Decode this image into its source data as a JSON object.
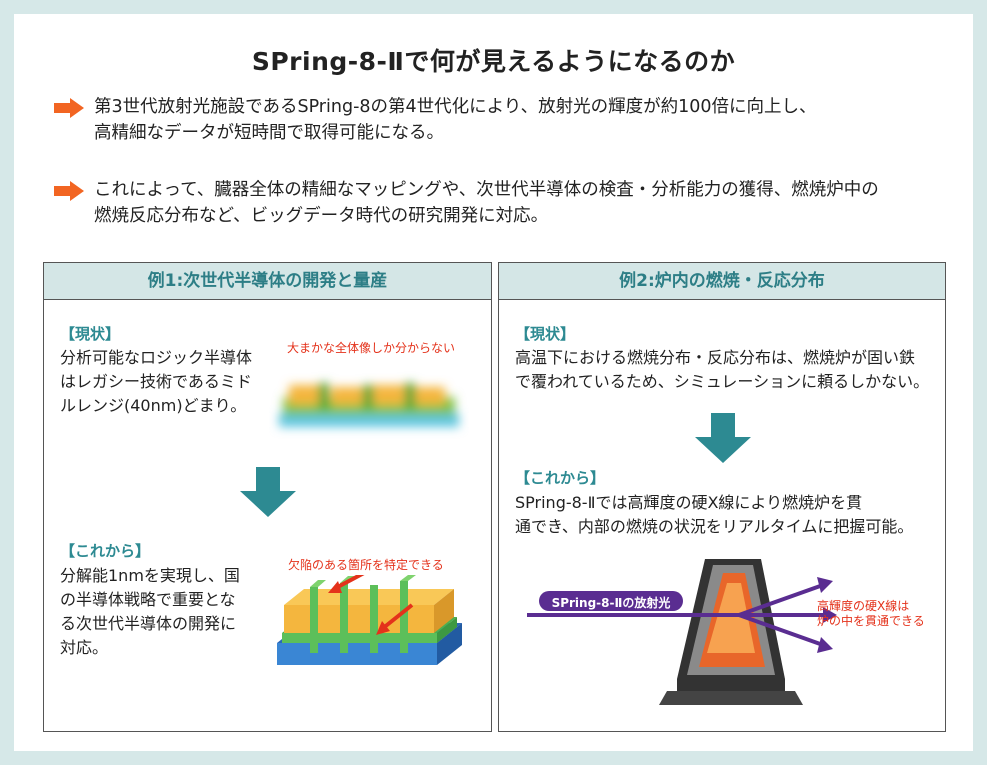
{
  "title": "SPring-8-Ⅱで何が見えるようになるのか",
  "bullets": [
    {
      "line1": "第3世代放射光施設であるSPring-8の第4世代化により、放射光の輝度が約100倍に向上し、",
      "line2": "高精細なデータが短時間で取得可能になる。"
    },
    {
      "line1": "これによって、臓器全体の精細なマッピングや、次世代半導体の検査・分析能力の獲得、燃焼炉中の",
      "line2": "燃焼反応分布など、ビッグデータ時代の研究開発に対応。"
    }
  ],
  "example1": {
    "heading": "例1:次世代半導体の開発と量産",
    "current_tag": "【現状】",
    "current_lines": [
      "分析可能なロジック半導体",
      "はレガシー技術であるミド",
      "ルレンジ(40nm)どまり。"
    ],
    "current_caption": "大まかな全体像しか分からない",
    "future_tag": "【これから】",
    "future_lines": [
      "分解能1nmを実現し、国",
      "の半導体戦略で重要とな",
      "る次世代半導体の開発に",
      "対応。"
    ],
    "future_caption": "欠陥のある箇所を特定できる"
  },
  "example2": {
    "heading": "例2:炉内の燃焼・反応分布",
    "current_tag": "【現状】",
    "current_lines": [
      "高温下における燃焼分布・反応分布は、燃焼炉が固い鉄",
      "で覆われているため、シミュレーションに頼るしかない。"
    ],
    "future_tag": "【これから】",
    "future_lines": [
      "SPring-8-Ⅱでは高輝度の硬X線により燃焼炉を貫",
      "通でき、内部の燃焼の状況をリアルタイムに把握可能。"
    ],
    "beam_label": "SPring-8-Ⅱの放射光",
    "caption_lines": [
      "高輝度の硬X線は",
      "炉の中を貫通できる"
    ]
  },
  "colors": {
    "accent_orange": "#f26522",
    "teal": "#2d8a92",
    "panel_header_bg": "#d4e6e6",
    "beam_purple": "#5a2d91",
    "caption_red": "#e4321b"
  }
}
